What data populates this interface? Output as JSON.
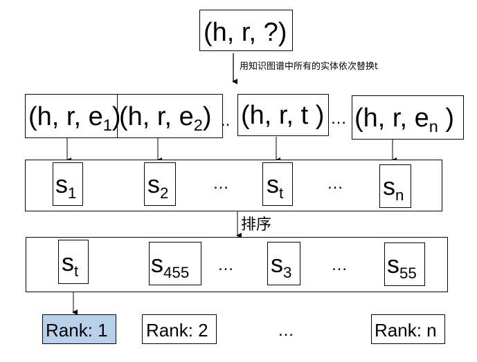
{
  "query": {
    "text": "(h, r, ?)"
  },
  "replace_note": "用知识图谱中所有的实体依次替换t",
  "sort_label": "排序",
  "triples": [
    {
      "base": "(h, r, e",
      "sub": "1",
      "tail": ")"
    },
    {
      "base": "(h, r, e",
      "sub": "2",
      "tail": ")"
    },
    {
      "base": "(h, r, t )",
      "sub": "",
      "tail": ""
    },
    {
      "base": "(h, r, e",
      "sub": "n",
      "tail": " )"
    }
  ],
  "scores": [
    {
      "base": "s",
      "sub": "1"
    },
    {
      "base": "s",
      "sub": "2"
    },
    {
      "base": "s",
      "sub": "t"
    },
    {
      "base": "s",
      "sub": "n"
    }
  ],
  "sorted_scores": [
    {
      "base": "s",
      "sub": "t"
    },
    {
      "base": "s",
      "sub": "455"
    },
    {
      "base": "s",
      "sub": "3"
    },
    {
      "base": "s",
      "sub": "55"
    }
  ],
  "ranks": [
    {
      "label": "Rank: 1"
    },
    {
      "label": "Rank: 2"
    },
    {
      "label": "Rank: n"
    }
  ],
  "ellipsis": "…",
  "small_dots": "..",
  "colors": {
    "rank_highlight": "#b8d0ea",
    "line": "#000000"
  }
}
